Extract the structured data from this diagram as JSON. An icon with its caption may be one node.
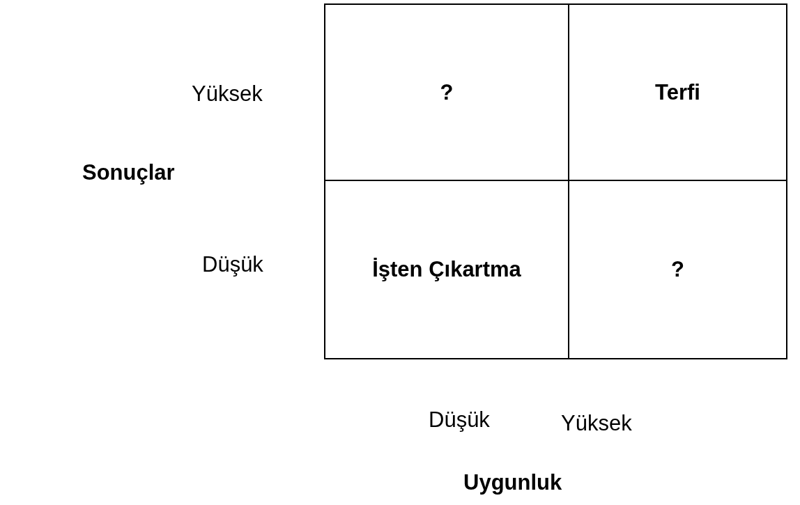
{
  "diagram": {
    "nodes": [
      {
        "text": [
          "?"
        ]
      },
      {
        "text": [
          "Terfi"
        ]
      },
      {
        "text": [
          "İşten Çıkartma"
        ]
      },
      {
        "text": [
          "?"
        ]
      }
    ],
    "labels": [
      "Yüksek",
      "Sonuçlar",
      "Düşük",
      "Düşük",
      "Yüksek",
      "Uygunluk"
    ]
  }
}
